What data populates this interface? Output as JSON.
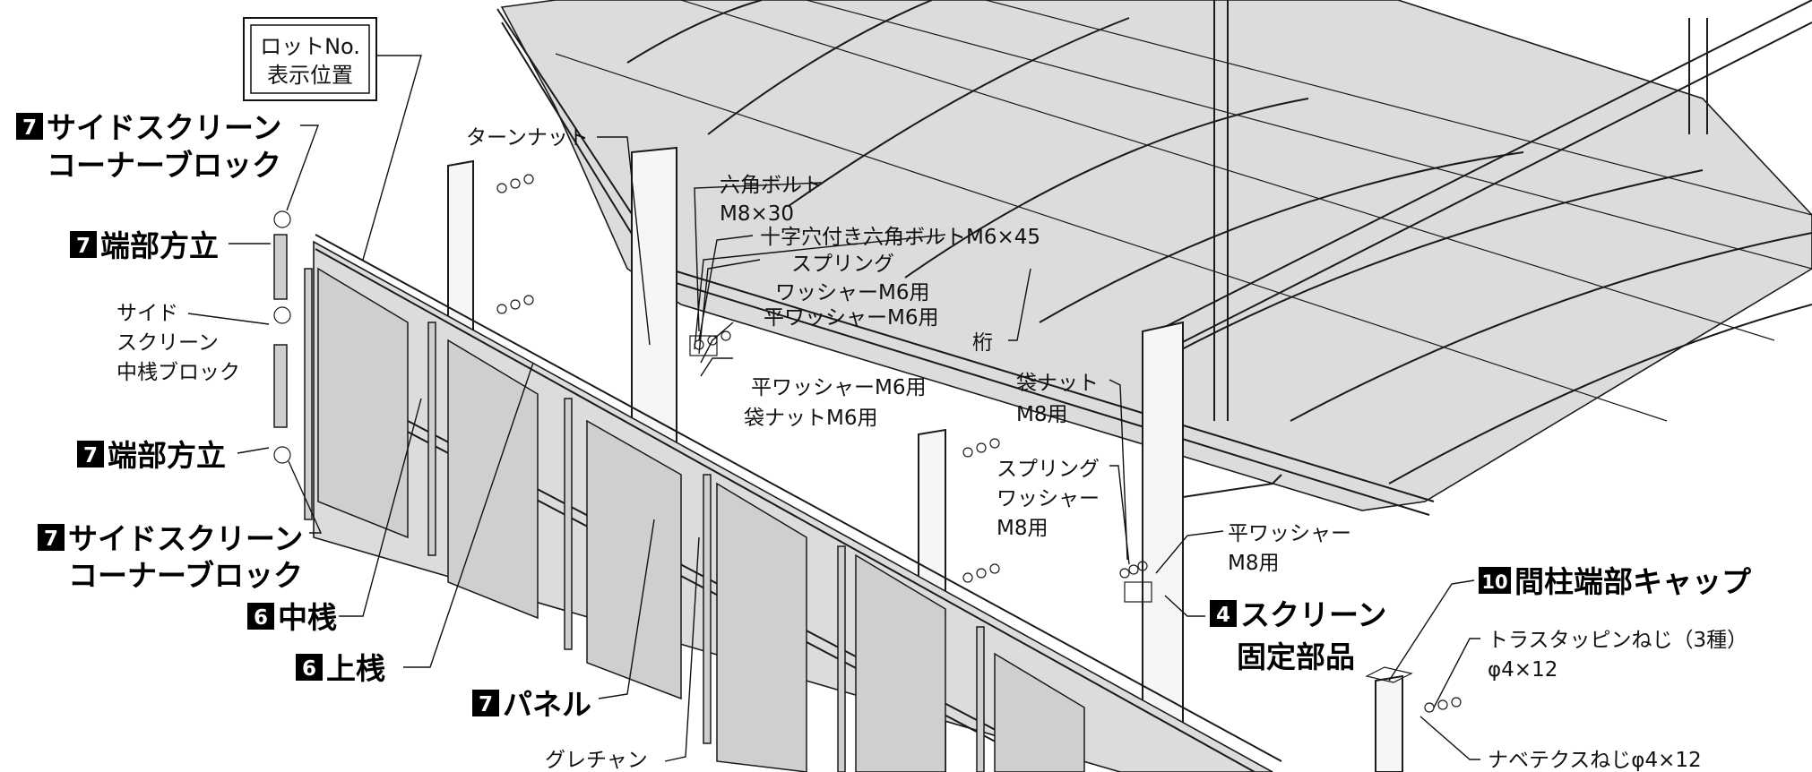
{
  "diagram": {
    "lot_box": {
      "line1": "ロットNo.",
      "line2": "表示位置"
    },
    "callouts_large": [
      {
        "id": "corner_block_top_1",
        "badge": "7",
        "text": "サイドスクリーン"
      },
      {
        "id": "corner_block_top_2",
        "badge": "",
        "text": "コーナーブロック"
      },
      {
        "id": "end_post_top",
        "badge": "7",
        "text": "端部方立"
      },
      {
        "id": "end_post_bottom",
        "badge": "7",
        "text": "端部方立"
      },
      {
        "id": "corner_block_bottom_1",
        "badge": "7",
        "text": "サイドスクリーン"
      },
      {
        "id": "corner_block_bottom_2",
        "badge": "",
        "text": "コーナーブロック"
      },
      {
        "id": "middle_rail",
        "badge": "6",
        "text": "中桟"
      },
      {
        "id": "top_rail",
        "badge": "6",
        "text": "上桟"
      },
      {
        "id": "panel",
        "badge": "7",
        "text": "パネル"
      },
      {
        "id": "screen_fixing_1",
        "badge": "4",
        "text": "スクリーン"
      },
      {
        "id": "screen_fixing_2",
        "badge": "",
        "text": "固定部品"
      },
      {
        "id": "intermediate_post_cap",
        "badge": "10",
        "text": "間柱端部キャップ"
      }
    ],
    "callouts_small": [
      {
        "id": "side_middle_block_1",
        "text": "サイド"
      },
      {
        "id": "side_middle_block_2",
        "text": "スクリーン"
      },
      {
        "id": "side_middle_block_3",
        "text": "中桟ブロック"
      },
      {
        "id": "turn_nut",
        "text": "ターンナット"
      },
      {
        "id": "hex_bolt_1",
        "text": "六角ボルト"
      },
      {
        "id": "hex_bolt_2",
        "text": "M8×30"
      },
      {
        "id": "cross_hex_bolt",
        "text": "十字穴付き六角ボルトM6×45"
      },
      {
        "id": "spring_washer_m6_1",
        "text": "スプリング"
      },
      {
        "id": "spring_washer_m6_2",
        "text": "ワッシャーM6用"
      },
      {
        "id": "flat_washer_m6_a",
        "text": "平ワッシャーM6用"
      },
      {
        "id": "flat_washer_m6_b",
        "text": "平ワッシャーM6用"
      },
      {
        "id": "cap_nut_m6",
        "text": "袋ナットM6用"
      },
      {
        "id": "girder",
        "text": "桁"
      },
      {
        "id": "cap_nut_m8_1",
        "text": "袋ナット"
      },
      {
        "id": "cap_nut_m8_2",
        "text": "M8用"
      },
      {
        "id": "spring_washer_m8_1",
        "text": "スプリング"
      },
      {
        "id": "spring_washer_m8_2",
        "text": "ワッシャー"
      },
      {
        "id": "spring_washer_m8_3",
        "text": "M8用"
      },
      {
        "id": "flat_washer_m8_1",
        "text": "平ワッシャー"
      },
      {
        "id": "flat_washer_m8_2",
        "text": "M8用"
      },
      {
        "id": "truss_screw_1",
        "text": "トラスタッピンねじ（3種）"
      },
      {
        "id": "truss_screw_2",
        "text": "φ4×12"
      },
      {
        "id": "glazing_channel",
        "text": "グレチャン"
      },
      {
        "id": "pan_tex_screw",
        "text": "ナベテクスねじφ4×12"
      }
    ]
  }
}
